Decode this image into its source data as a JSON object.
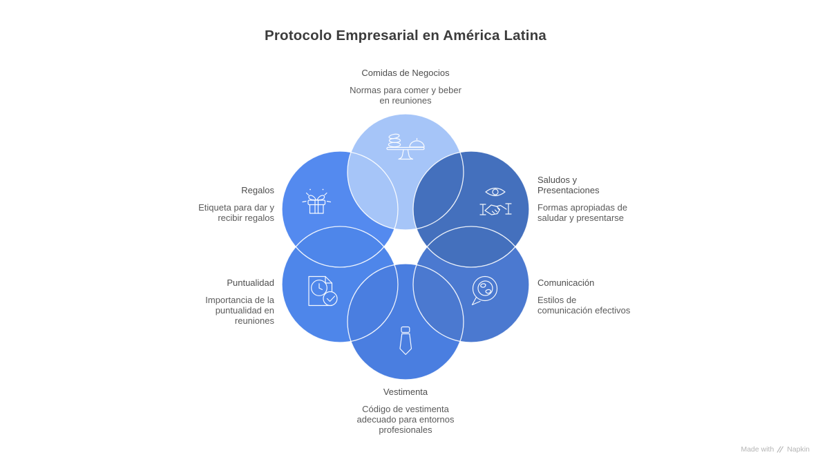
{
  "title": "Protocolo Empresarial en América Latina",
  "colors": {
    "background": "#ffffff",
    "outline": "#ffffff",
    "title_text": "#3c3c3c",
    "body_text": "#565656",
    "watermark_text": "#b5b5b5"
  },
  "segments": [
    {
      "id": "comidas",
      "label": "Comidas de Negocios",
      "description": "Normas para comer y beber\nen reuniones",
      "icon": "food-stand-icon",
      "color": "#a6c5f8"
    },
    {
      "id": "saludos",
      "label": "Saludos y\nPresentaciones",
      "description": "Formas apropiadas de\nsaludar y presentarse",
      "icon": "handshake-eye-icon",
      "color": "#4470bd"
    },
    {
      "id": "comunicacion",
      "label": "Comunicación",
      "description": "Estilos de\ncomunicación efectivos",
      "icon": "globe-chat-icon",
      "color": "#4b79d0"
    },
    {
      "id": "vestimenta",
      "label": "Vestimenta",
      "description": "Código de vestimenta\nadecuado para entornos\nprofesionales",
      "icon": "tie-icon",
      "color": "#4a7ee0"
    },
    {
      "id": "puntualidad",
      "label": "Puntualidad",
      "description": "Importancia de la\npuntualidad en\nreuniones",
      "icon": "document-clock-icon",
      "color": "#4e86ea"
    },
    {
      "id": "regalos",
      "label": "Regalos",
      "description": "Etiqueta para dar y\nrecibir regalos",
      "icon": "gift-icon",
      "color": "#548aef"
    }
  ],
  "footer": {
    "made_with": "Made with",
    "brand": "Napkin"
  }
}
